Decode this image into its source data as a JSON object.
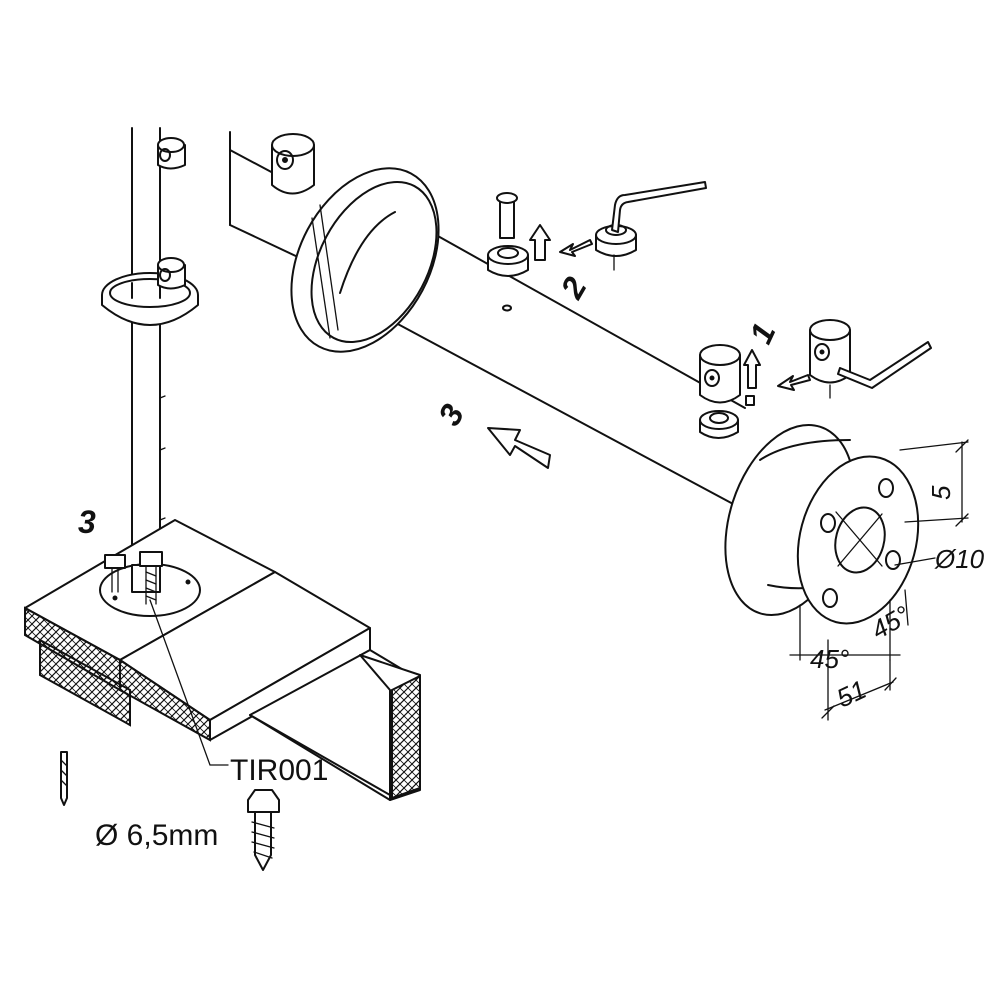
{
  "labels": {
    "part_code": "TIR001",
    "drill_diameter": "Ø 6,5mm",
    "hole_diameter": "Ø10",
    "dim_45_left": "45°",
    "dim_45_right": "45°",
    "dim_51": "51",
    "dim_5": "5",
    "step_1": "1",
    "step_2": "2",
    "step_3_arrow": "3",
    "step_3_post": "3"
  },
  "colors": {
    "line": "#111111",
    "background": "#ffffff"
  },
  "icons": [
    "allen-key-icon",
    "screw-icon",
    "lag-bolt-icon",
    "drill-bit-icon",
    "arrow-icon"
  ]
}
